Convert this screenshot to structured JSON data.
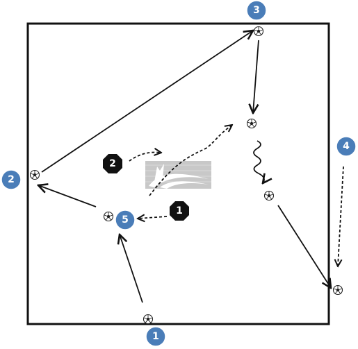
{
  "colors": {
    "field_border": "#111111",
    "player_badge": "#4a7db8",
    "defender_badge": "#111111",
    "pass_arrow": "#111111",
    "run_arrow": "#111111",
    "logo_background": "#c8c8c8",
    "logo_swoosh": "#ffffff"
  },
  "icons": {
    "ball": "soccer-ball-icon",
    "logo": "club-logo-icon"
  },
  "players": [
    {
      "id": "player-1",
      "label": "1"
    },
    {
      "id": "player-2",
      "label": "2"
    },
    {
      "id": "player-3",
      "label": "3"
    },
    {
      "id": "player-4",
      "label": "4"
    },
    {
      "id": "player-5",
      "label": "5"
    }
  ],
  "defenders": [
    {
      "id": "defender-1",
      "label": "1"
    },
    {
      "id": "defender-2",
      "label": "2"
    }
  ],
  "legend_lines": {
    "pass": "solid",
    "run": "dashed",
    "dribble": "wavy"
  }
}
